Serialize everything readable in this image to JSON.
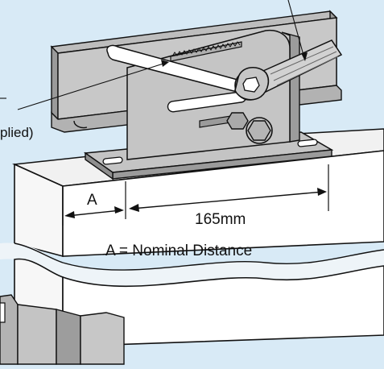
{
  "labels": {
    "dim_a": "A",
    "dim_165": "165mm",
    "nominal": "A = Nominal Distance",
    "cropped_left": "plied)"
  },
  "colors": {
    "background": "#d8eaf6",
    "block_top": "#f1f1f1",
    "block_face": "#ffffff",
    "steel_light": "#c9c9c9",
    "steel_mid": "#a9a9a9",
    "steel_dark": "#8a8a8a",
    "outline": "#111111"
  },
  "icons": {
    "wrench": "wrench-icon",
    "bolt": "bolt-icon",
    "lever_bar": "lever-bar-icon"
  }
}
